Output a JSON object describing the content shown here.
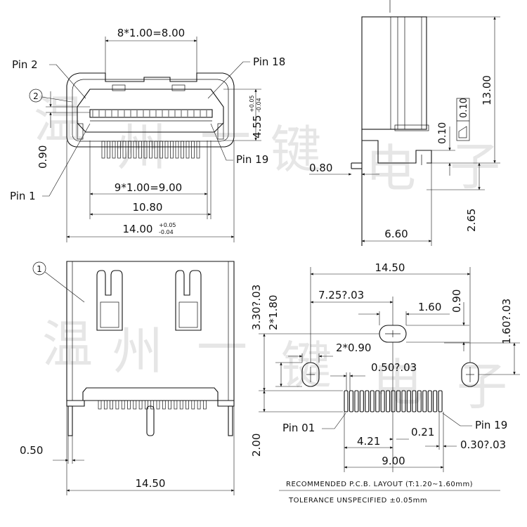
{
  "watermark": [
    "温",
    "州",
    "一",
    "键",
    "电",
    "子"
  ],
  "pin_labels": {
    "pin2": "Pin 2",
    "pin18": "Pin 18",
    "pin1": "Pin 1",
    "pin19": "Pin 19",
    "pcb_pin01": "Pin 01",
    "pcb_pin19": "Pin 19"
  },
  "callouts": {
    "circle1": "1",
    "circle2": "2"
  },
  "top_view": {
    "pitch_upper": "8*1.00=8.00",
    "pitch_lower": "9*1.00=9.00",
    "width_inner": "10.80",
    "width_total": "14.00",
    "tol_upper": "+0.05",
    "tol_lower": "-0.04",
    "height_left": "0.90",
    "height_right": "4.55",
    "height_right_tol_upper": "+0.05",
    "height_right_tol_lower": "-0.04"
  },
  "side_view": {
    "height_total": "13.00",
    "flatness": "0.10",
    "flatness_val": "0.10",
    "offset": "0.80",
    "height_lower": "2.65",
    "depth": "6.60"
  },
  "front_view": {
    "lead_width": "0.50",
    "width": "14.50"
  },
  "pcb": {
    "width": "14.50",
    "pos_x": "7.25?.03",
    "slot_w": "1.60",
    "slot_h": "0.90",
    "height_top": "3.30?.03",
    "hole_spacing": "2*1.80",
    "hole_dia": "2*0.90",
    "pitch": "0.50?.03",
    "height_right": "1.60?.03",
    "pad_len": "2.00",
    "offset_a": "4.21",
    "offset_b": "0.21",
    "pad_w": "0.30?.03",
    "span": "9.00",
    "layout_note": "RECOMMENDED    P.C.B. LAYOUT (T:1.20~1.60mm)",
    "tolerance_note": "TOLERANCE  UNSPECIFIED  ±0.05mm"
  }
}
